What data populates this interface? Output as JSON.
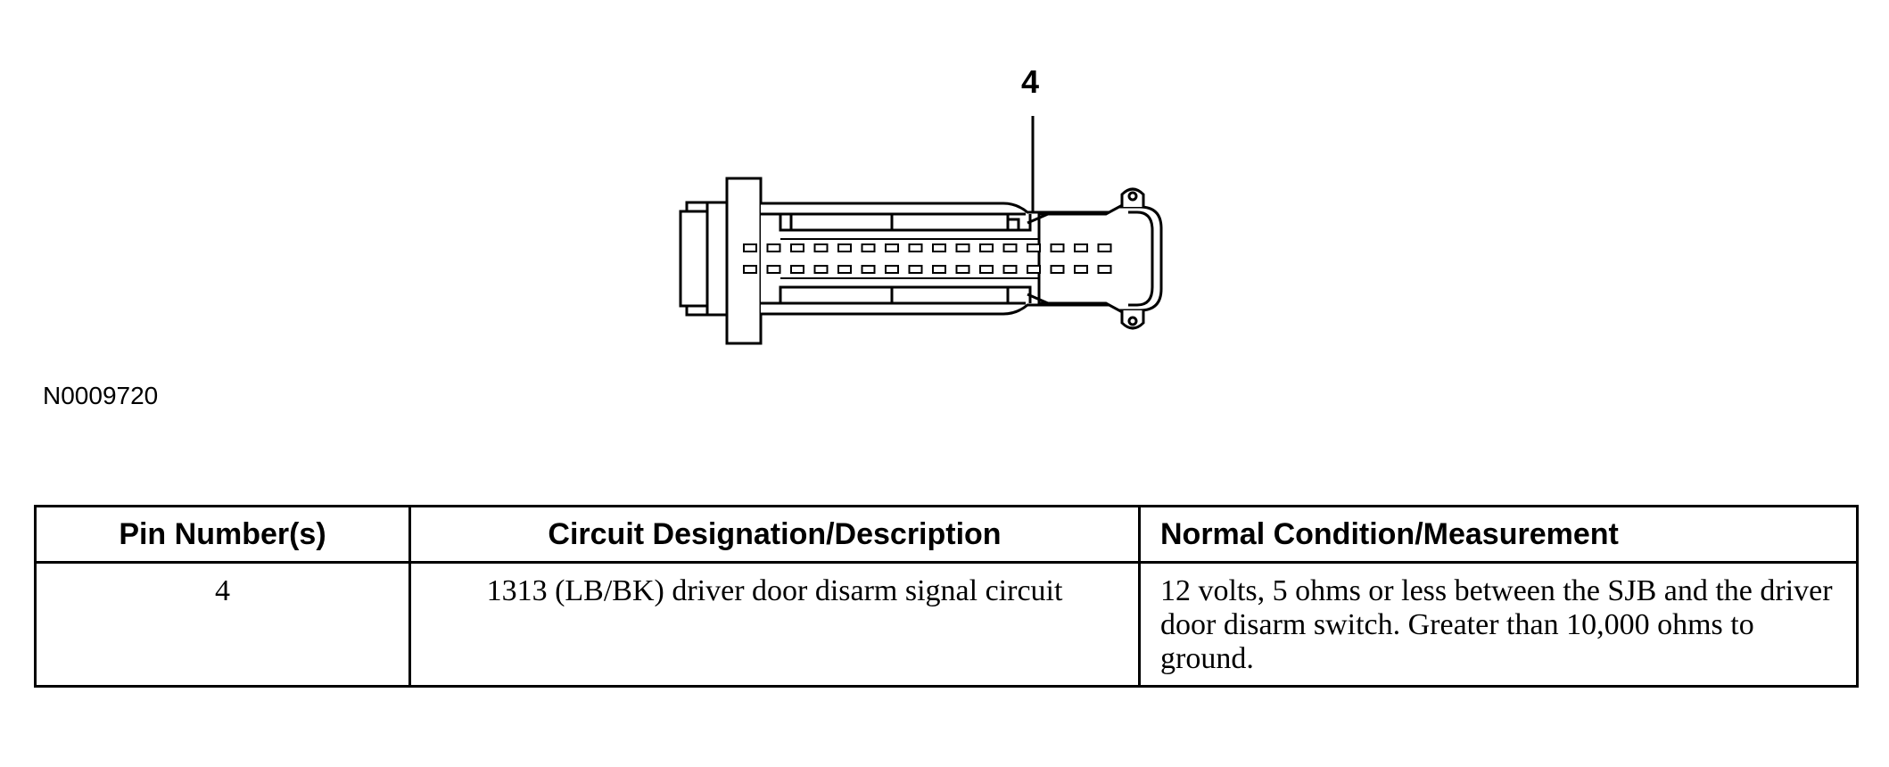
{
  "diagram": {
    "callout_label": "4",
    "figure_id": "N0009720",
    "connector": {
      "pin_rows": 2,
      "pins_per_row": 16,
      "highlighted_pin": "4"
    }
  },
  "pin_table": {
    "headers": [
      "Pin Number(s)",
      "Circuit Designation/Description",
      "Normal Condition/Measurement"
    ],
    "rows": [
      {
        "pin": "4",
        "circuit": "1313 (LB/BK) driver door disarm signal circuit",
        "measurement": "12 volts, 5 ohms or less between the SJB and the driver door disarm switch. Greater than 10,000 ohms to ground."
      }
    ]
  }
}
